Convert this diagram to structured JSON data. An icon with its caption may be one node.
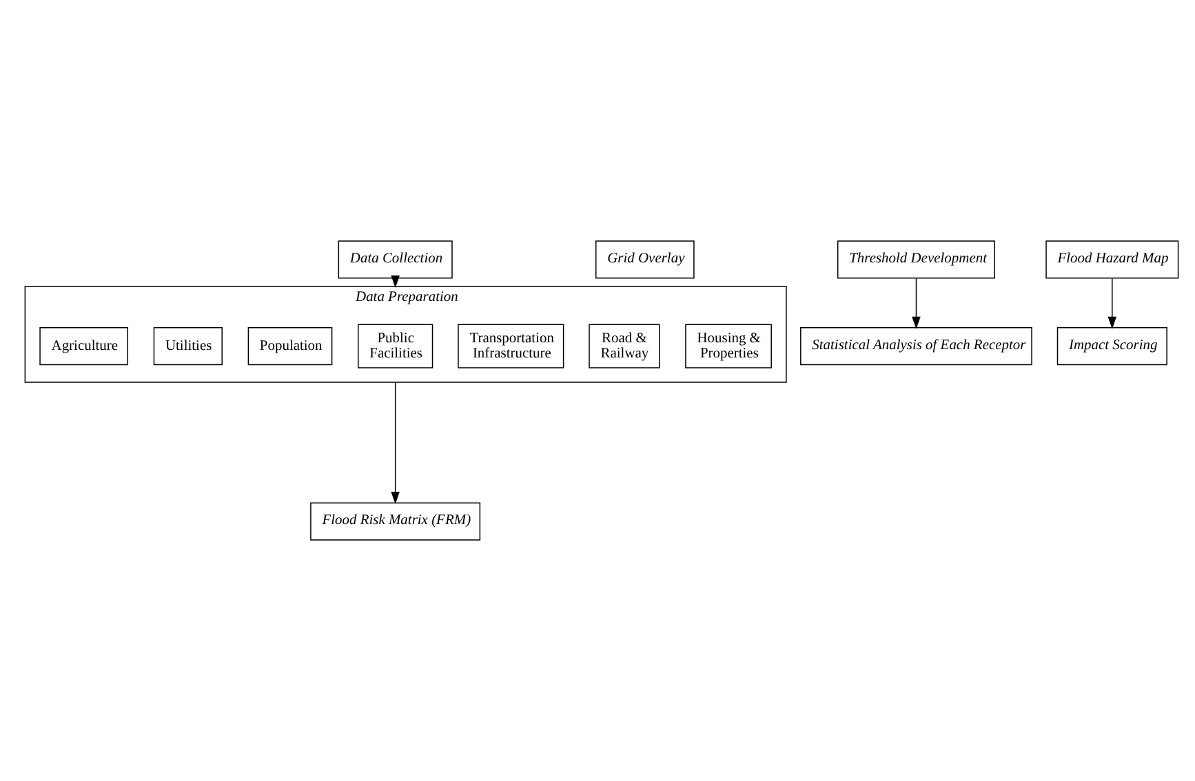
{
  "diagram": {
    "nodes": [
      {
        "text": [
          "Data Collection"
        ]
      },
      {
        "text": [
          "Data Preparation"
        ]
      },
      {
        "text": [
          "Agriculture"
        ],
        "in": 1
      },
      {
        "text": [
          "Utilities"
        ],
        "in": 1
      },
      {
        "text": [
          "Population"
        ],
        "in": 1
      },
      {
        "text": [
          "Public Facilities"
        ],
        "in": 1
      },
      {
        "text": [
          "Transportation Infrastructure"
        ],
        "in": 1
      },
      {
        "text": [
          "Road & Railway"
        ],
        "in": 1
      },
      {
        "text": [
          "Housing & Properties"
        ],
        "in": 1
      },
      {
        "text": [
          "Grid Overlay"
        ]
      },
      {
        "text": [
          "Threshold Development"
        ]
      },
      {
        "text": [
          "Statistical Analysis of Each Receptor"
        ]
      },
      {
        "text": [
          "Flood Hazard Map"
        ]
      },
      {
        "text": [
          "Impact Scoring"
        ]
      },
      {
        "text": [
          "Flood Risk Matrix (FRM)"
        ]
      }
    ],
    "edges": [
      {
        "from": 0,
        "to": 1,
        "arrow": "to"
      },
      {
        "from": 1,
        "to": 14,
        "arrow": "to"
      },
      {
        "from": 10,
        "to": 11,
        "arrow": "to"
      },
      {
        "from": 12,
        "to": 13,
        "arrow": "to"
      }
    ]
  }
}
